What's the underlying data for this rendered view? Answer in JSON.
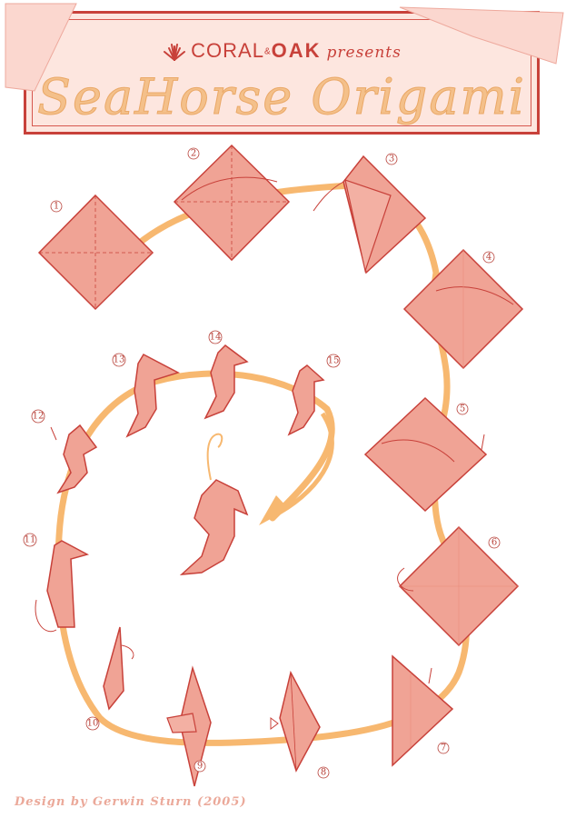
{
  "header": {
    "brand_left": "CORAL",
    "brand_amp": "&",
    "brand_right": "OAK",
    "presents": "presents",
    "title": "SeaHorse Origami"
  },
  "credit": "Design by Gerwin Sturn (2005)",
  "steps": [
    "1",
    "2",
    "3",
    "4",
    "5",
    "6",
    "7",
    "8",
    "9",
    "10",
    "11",
    "12",
    "13",
    "14",
    "15"
  ],
  "colors": {
    "paper": "#f0a395",
    "outline": "#c8413a",
    "path": "#f7b870",
    "header_bg": "#fde6df",
    "title": "#f4c08a"
  },
  "icons": [
    "coral-logo-icon",
    "fold-arrow-icon",
    "hook-arrow-icon"
  ]
}
